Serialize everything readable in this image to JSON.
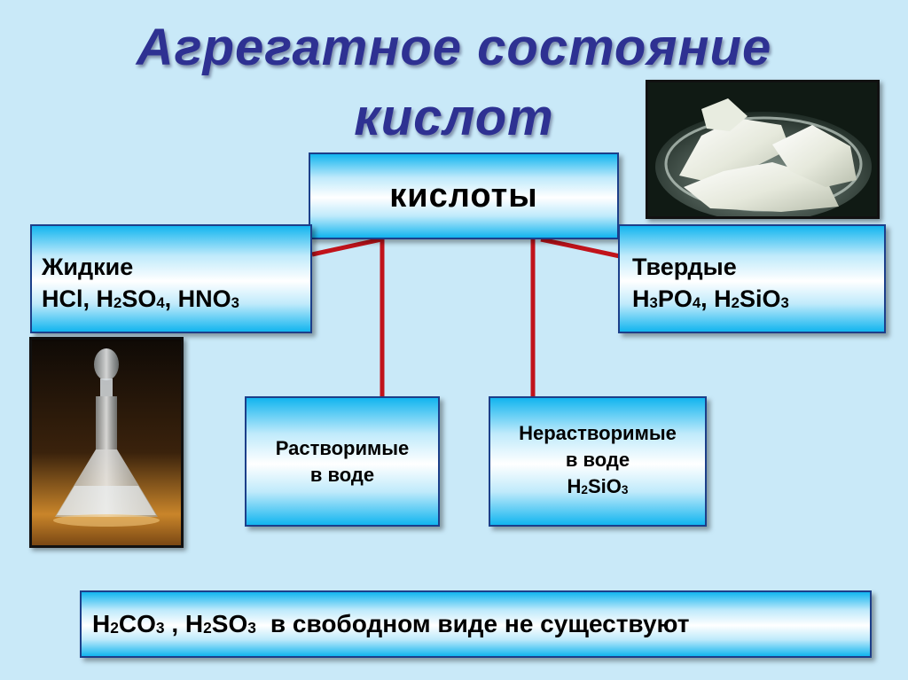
{
  "title": {
    "line1": "Агрегатное состояние",
    "line2": "кислот"
  },
  "root": {
    "label": "кислоты"
  },
  "liquid": {
    "label": "Жидкие",
    "formulas": [
      [
        {
          "t": "HCl"
        }
      ],
      [
        {
          "t": "H"
        },
        {
          "s": "2"
        },
        {
          "t": "SO"
        },
        {
          "s": "4"
        }
      ],
      [
        {
          "t": "HNO"
        },
        {
          "s": "3"
        }
      ]
    ]
  },
  "solid": {
    "label": "Твердые",
    "formulas": [
      [
        {
          "t": "H"
        },
        {
          "s": "3"
        },
        {
          "t": "PO"
        },
        {
          "s": "4"
        }
      ],
      [
        {
          "t": "H"
        },
        {
          "s": "2"
        },
        {
          "t": "SiO"
        },
        {
          "s": "3"
        }
      ]
    ]
  },
  "soluble": {
    "line1": "Растворимые",
    "line2": "в воде"
  },
  "insoluble": {
    "line1": "Нерастворимые",
    "line2": "в воде",
    "formula": [
      {
        "t": "H"
      },
      {
        "s": "2"
      },
      {
        "t": "SiO"
      },
      {
        "s": "3"
      }
    ]
  },
  "note": {
    "formulas": [
      [
        {
          "t": "H"
        },
        {
          "s": "2"
        },
        {
          "t": "CO"
        },
        {
          "s": "3"
        }
      ],
      [
        {
          "t": "H"
        },
        {
          "s": "2"
        },
        {
          "t": "SO"
        },
        {
          "s": "3"
        }
      ]
    ],
    "text": "в свободном виде не существуют"
  },
  "images": [
    {
      "name": "solid-acid-crystals-photo"
    },
    {
      "name": "liquid-acid-flask-photo"
    }
  ],
  "colors": {
    "title": "#2e3192",
    "background": "#c9e9f8",
    "connector": "#c1131b",
    "box_border": "#1c3f8a",
    "box_edge": "#12b5ef"
  }
}
